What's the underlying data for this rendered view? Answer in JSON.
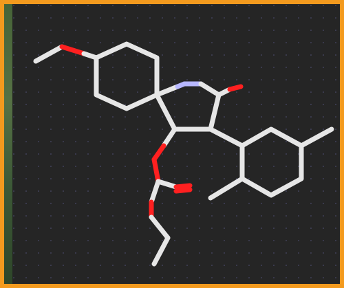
{
  "viewer": {
    "frame_color": "#f39a1e",
    "background_color": "#252525",
    "bond_color": "#e6e6e6",
    "oxygen_color": "#ff2020",
    "nitrogen_color": "#b7b7ff",
    "dot_color": "#6f6fb3"
  },
  "molecule": {
    "atoms": [
      {
        "id": "C_methyl_left",
        "element": "C"
      },
      {
        "id": "O_ether",
        "element": "O"
      },
      {
        "id": "C_ring1",
        "element": "C"
      },
      {
        "id": "C_ring2",
        "element": "C"
      },
      {
        "id": "C_spiro",
        "element": "C"
      },
      {
        "id": "N_amide",
        "element": "N"
      },
      {
        "id": "C_carbonyl",
        "element": "C"
      },
      {
        "id": "O_carbonyl",
        "element": "O"
      },
      {
        "id": "C_alpha",
        "element": "C"
      },
      {
        "id": "C_ester_link",
        "element": "C"
      },
      {
        "id": "O_link",
        "element": "O"
      },
      {
        "id": "C_carbonate",
        "element": "C"
      },
      {
        "id": "O_carbonate_double",
        "element": "O"
      },
      {
        "id": "O_carbonate_single",
        "element": "O"
      },
      {
        "id": "C_ethyl",
        "element": "C"
      },
      {
        "id": "C_aromatic",
        "element": "C"
      }
    ]
  }
}
